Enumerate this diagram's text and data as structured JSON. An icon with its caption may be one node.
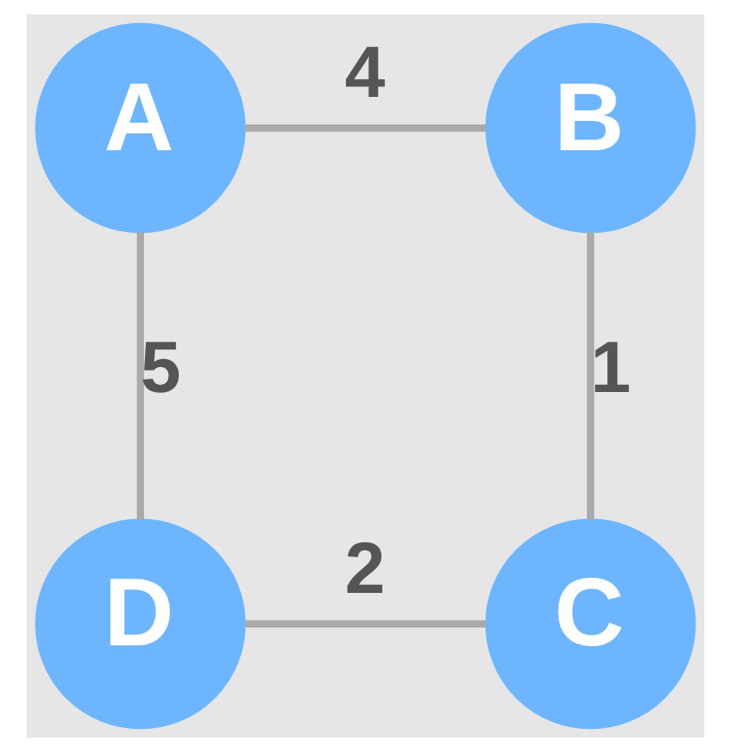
{
  "diagram": {
    "nodes": [
      {
        "text": [
          "A"
        ]
      },
      {
        "text": [
          "B"
        ]
      },
      {
        "text": [
          "D"
        ]
      },
      {
        "text": [
          "C"
        ]
      }
    ],
    "edges": [
      {
        "from": 0,
        "to": 1,
        "arrow": "none",
        "label": "4"
      },
      {
        "from": 0,
        "to": 2,
        "arrow": "none",
        "label": "5"
      },
      {
        "from": 1,
        "to": 3,
        "arrow": "none",
        "label": "1"
      },
      {
        "from": 2,
        "to": 3,
        "arrow": "none",
        "label": "2"
      }
    ]
  }
}
